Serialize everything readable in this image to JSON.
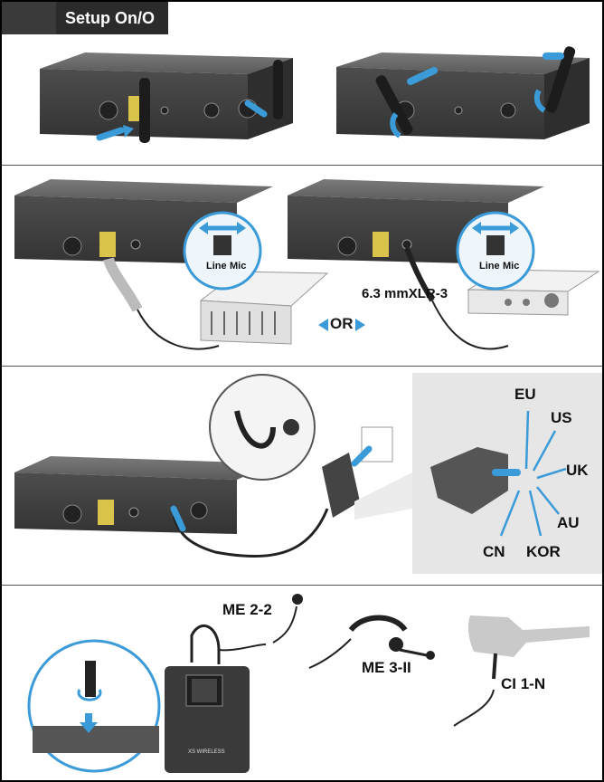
{
  "header": {
    "title": "Setup On/O"
  },
  "steps": {
    "antenna": {
      "name": "antenna-step"
    },
    "audio": {
      "connector_label": "6.3 mmXLR-3",
      "or_label": "OR",
      "switch_line": "Line",
      "switch_mic": "Mic"
    },
    "power": {
      "regions": [
        "EU",
        "US",
        "UK",
        "AU",
        "KOR",
        "CN"
      ]
    },
    "bodypack": {
      "mic1": "ME 2-2",
      "mic2": "ME 3-II",
      "instrument": "CI 1-N",
      "device_brand": "XS WIRELESS"
    }
  },
  "colors": {
    "accent": "#3b9bd8",
    "device": "#4a4a4a",
    "panel": "#e6e6e6"
  }
}
